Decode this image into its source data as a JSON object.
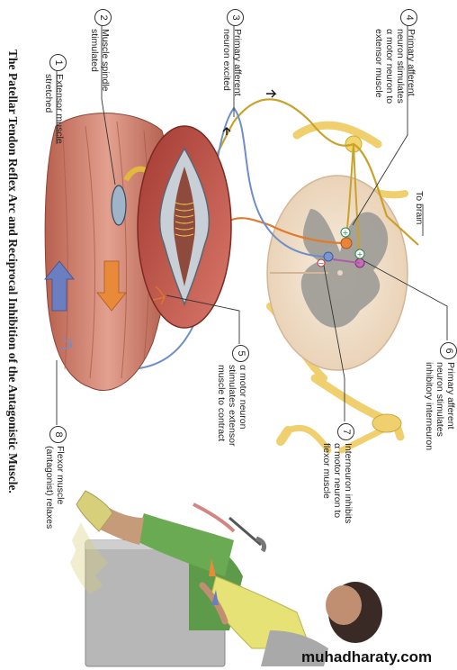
{
  "title": "The Patellar Tendon Reflex Arc and Reciprocal Inhibition of the Antagonistic Muscle.",
  "watermark": "muhadharaty.com",
  "to_brain": "To brain",
  "steps": [
    {
      "num": "1",
      "lines": [
        "Extensor muscle",
        "stretched"
      ]
    },
    {
      "num": "2",
      "lines": [
        "Muscle spindle",
        "stimulated"
      ]
    },
    {
      "num": "3",
      "lines": [
        "Primary afferent",
        "neuron excited"
      ]
    },
    {
      "num": "4",
      "lines": [
        "Primary afferent",
        "neuron stimulates",
        "α motor neuron to",
        "extensor muscle"
      ]
    },
    {
      "num": "5",
      "lines": [
        "α motor neuron",
        "stimulates extensor",
        "muscle to contract"
      ]
    },
    {
      "num": "6",
      "lines": [
        "Primary afferent",
        "neuron stimulates",
        "inhibitory interneuron"
      ]
    },
    {
      "num": "7",
      "lines": [
        "Interneuron inhibits",
        "α motor neuron to",
        "flexor muscle"
      ]
    },
    {
      "num": "8",
      "lines": [
        "Flexor muscle",
        "(antagonist) relaxes"
      ]
    }
  ],
  "colors": {
    "afferent": "#d9b52a",
    "motor_extensor": "#e07a2e",
    "motor_flexor": "#6f8fc9",
    "interneuron": "#b05aa8",
    "muscle": "#c9786a",
    "gray_matter": "#9e9c97",
    "white_matter": "#f2e3d0",
    "nerve": "#f0cf6e",
    "arrow_up": "#6b7fc0",
    "arrow_down": "#e88a3a"
  }
}
